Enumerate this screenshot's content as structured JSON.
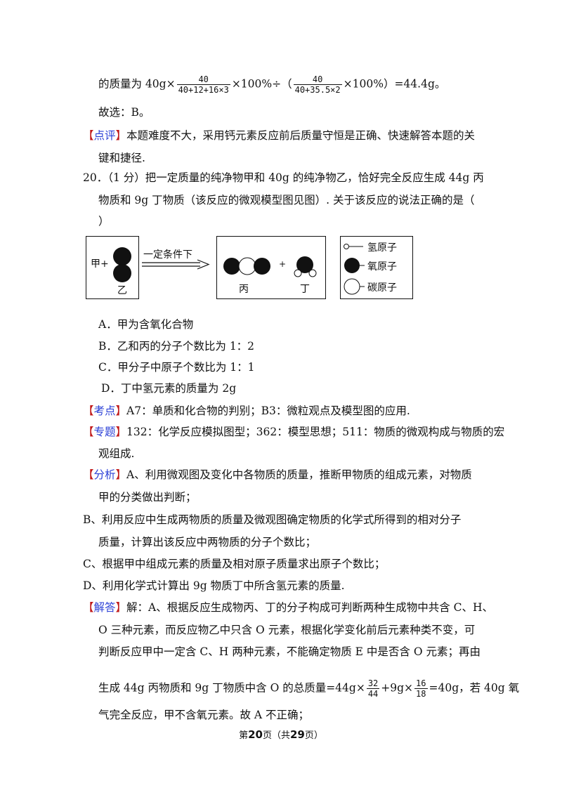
{
  "lines": {
    "l1_pre": "的质量为 40g×",
    "f1_num": "40",
    "f1_den": "40+12+16×3",
    "l1_mid": "×100%÷（",
    "f2_num": "40",
    "f2_den": "40+35.5×2",
    "l1_post": "×100%）=44.4g。",
    "l2": "故选：B。",
    "comment_tag": "点评",
    "comment_1": "本题难度不大，采用钙元素反应前后质量守恒是正确、快速解答本题的关",
    "comment_2": "键和捷径.",
    "q20_1": "20．（1 分）把一定质量的纯净物甲和 40g 的纯净物乙，恰好完全反应生成 44g 丙",
    "q20_2": "物质和 9g 丁物质（该反应的微观模型图见图）. 关于该反应的说法正确的是（",
    "q20_3": "）"
  },
  "figure": {
    "left_label_jia": "甲+",
    "left_label_yi": "乙",
    "arrow_label": "一定条件下",
    "plus": "+",
    "label_bing": "丙",
    "label_ding": "丁",
    "legend_h": "氢原子",
    "legend_o": "氧原子",
    "legend_c": "碳原子"
  },
  "options": {
    "a": "A．甲为含氧化合物",
    "b": "B．乙和丙的分子个数比为 1：2",
    "c": "C．甲分子中原子个数比为 1：1",
    "d": "D．丁中氢元素的质量为 2g"
  },
  "analysis": {
    "kaodian_tag": "考点",
    "kaodian": "A7：单质和化合物的判别；B3：微粒观点及模型图的应用.",
    "zhuanti_tag": "专题",
    "zhuanti_1": "132：化学反应模拟图型；362：模型思想；511：物质的微观构成与物质的宏",
    "zhuanti_2": "观组成.",
    "fenxi_tag": "分析",
    "fenxi_1": "A、利用微观图及变化中各物质的质量，推断甲物质的组成元素，对物质",
    "fenxi_2": "甲的分类做出判断；",
    "fenxi_3": "B、利用反应中生成两物质的质量及微观图确定物质的化学式所得到的相对分子",
    "fenxi_4": "质量，计算出该反应中两物质的分子个数比；",
    "fenxi_5": "C、根据甲中组成元素的质量及相对原子质量求出原子个数比；",
    "fenxi_6": "D、利用化学式计算出 9g 物质丁中所含氢元素的质量.",
    "jieda_tag": "解答",
    "jieda_1": "解：A、根据反应生成物丙、丁的分子构成可判断两种生成物中共含 C、H、",
    "jieda_2": "O 三种元素，而反应物乙中只含 O 元素，根据化学变化前后元素种类不变，可",
    "jieda_3": "判断反应甲中一定含 C、H 两种元素，不能确定物质 E 中是否含 O 元素；再由",
    "jieda_4_pre": "生成 44g 丙物质和 9g 丁物质中含 O 的总质量=44g×",
    "f3_num": "32",
    "f3_den": "44",
    "jieda_4_mid": "+9g×",
    "f4_num": "16",
    "f4_den": "18",
    "jieda_4_post": "=40g，若 40g 氧",
    "jieda_5": "气完全反应，甲不含氧元素。故 A 不正确；"
  },
  "footer": {
    "pre": "第",
    "page": "20",
    "mid": "页（共",
    "total": "29",
    "post": "页）"
  }
}
